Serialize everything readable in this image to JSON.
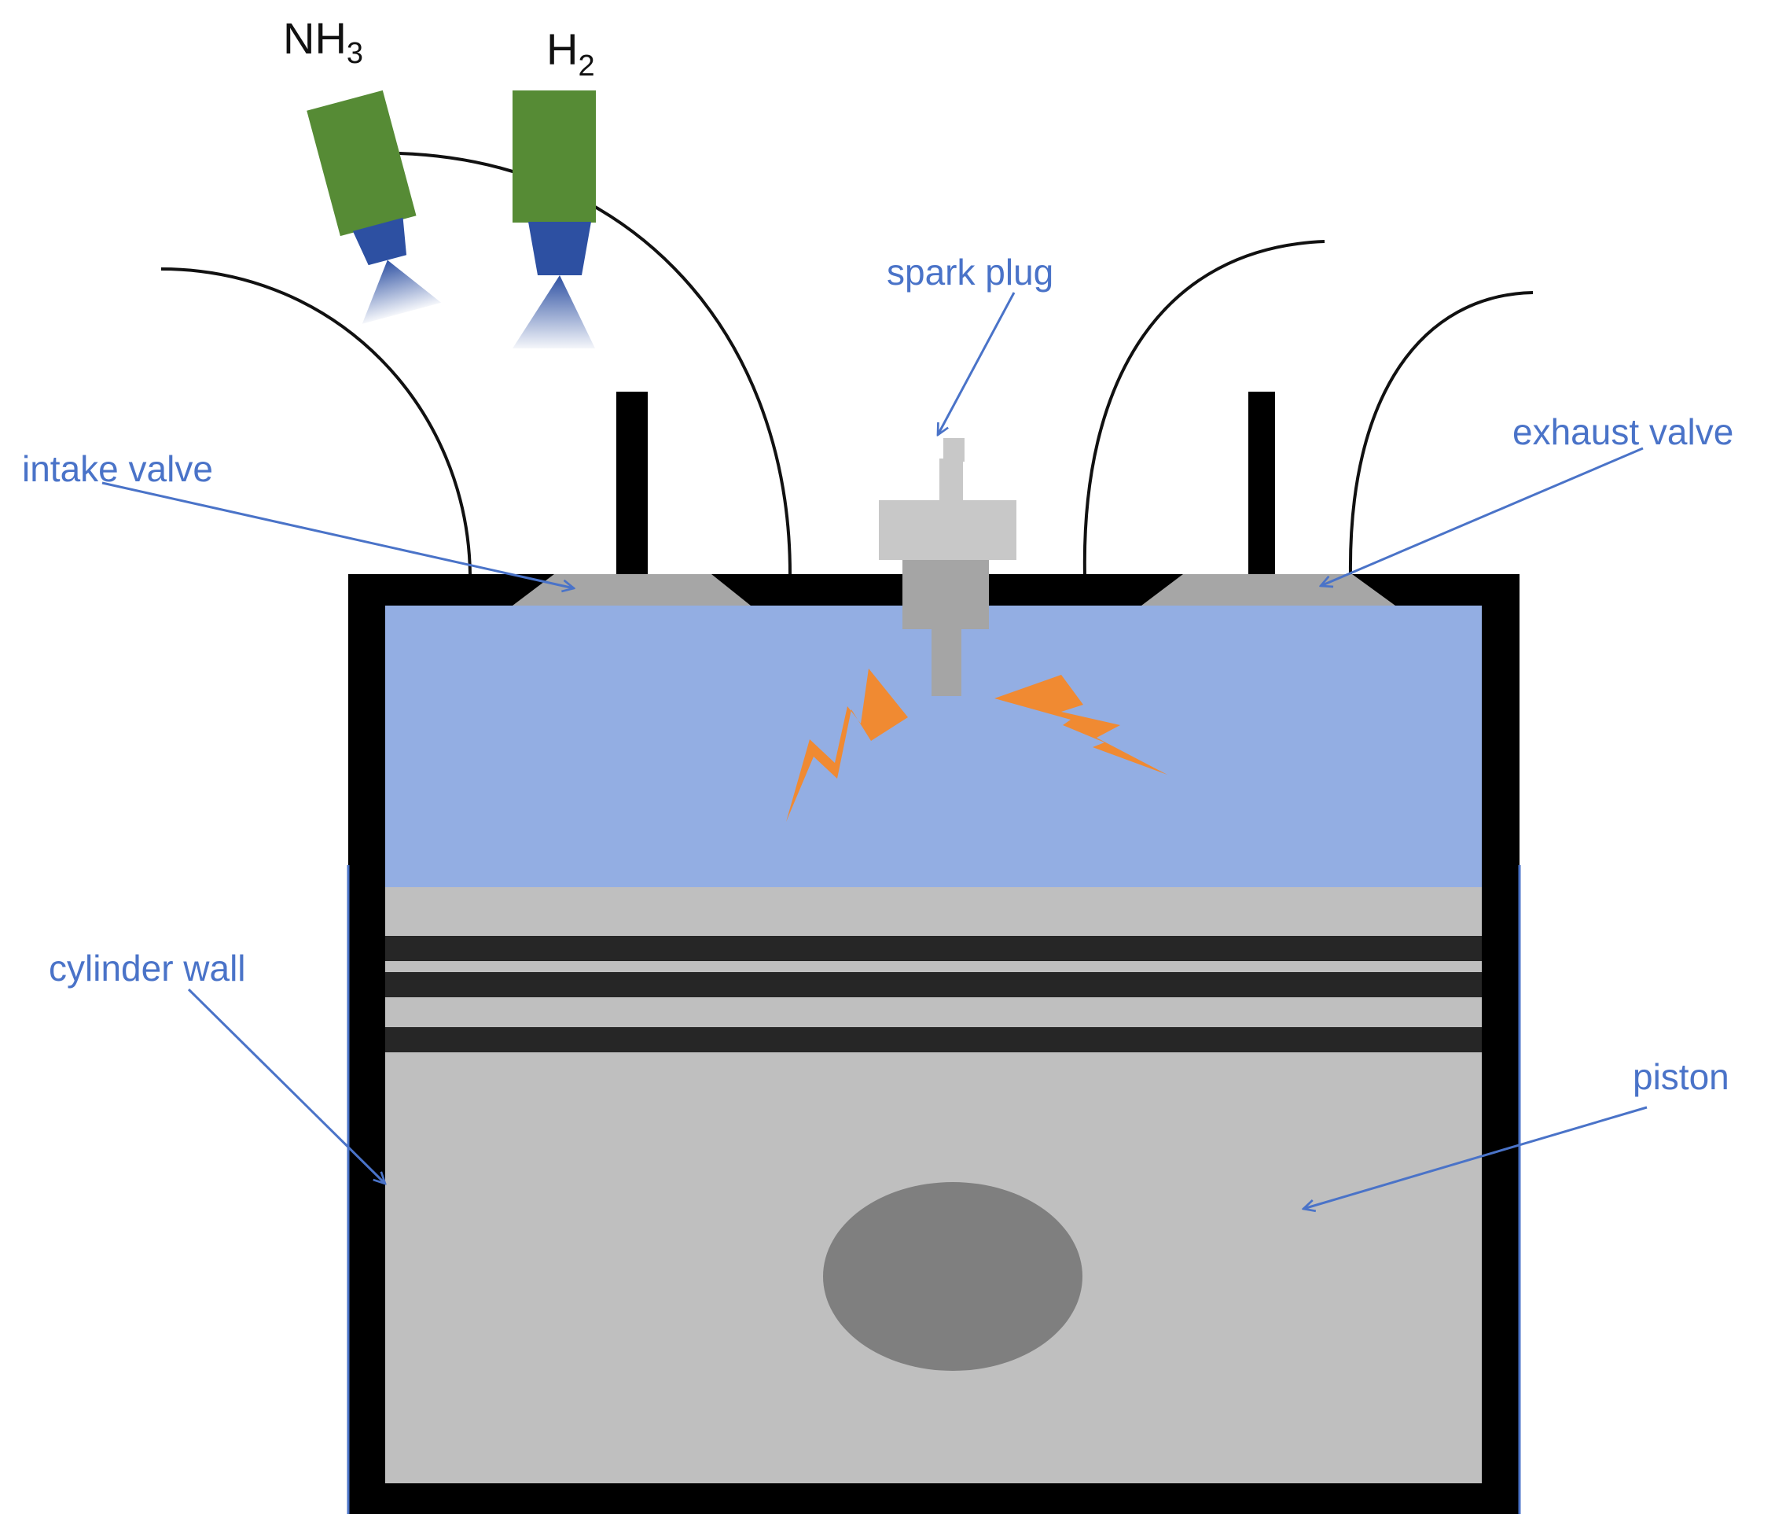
{
  "fuels": {
    "ammonia": {
      "base": "NH",
      "sub": "3"
    },
    "hydrogen": {
      "base": "H",
      "sub": "2"
    }
  },
  "labels": {
    "spark_plug": "spark plug",
    "intake_valve": "intake valve",
    "exhaust_valve": "exhaust valve",
    "cylinder_wall": "cylinder wall",
    "piston": "piston"
  },
  "colors": {
    "injector_body": "#568b35",
    "injector_nozzle": "#2d50a2",
    "combustion_chamber": "#93aee3",
    "cylinder_wall": "#000000",
    "piston": "#bfbfbf",
    "piston_ring": "#262626",
    "piston_pin": "#7f7f7f",
    "valve": "#a6a6a6",
    "spark_plug_light": "#c8c8c8",
    "spark_plug_dark": "#a5a5a5",
    "spark": "#f08a32",
    "label_text": "#4a73c8",
    "arrow": "#4a73c8"
  }
}
